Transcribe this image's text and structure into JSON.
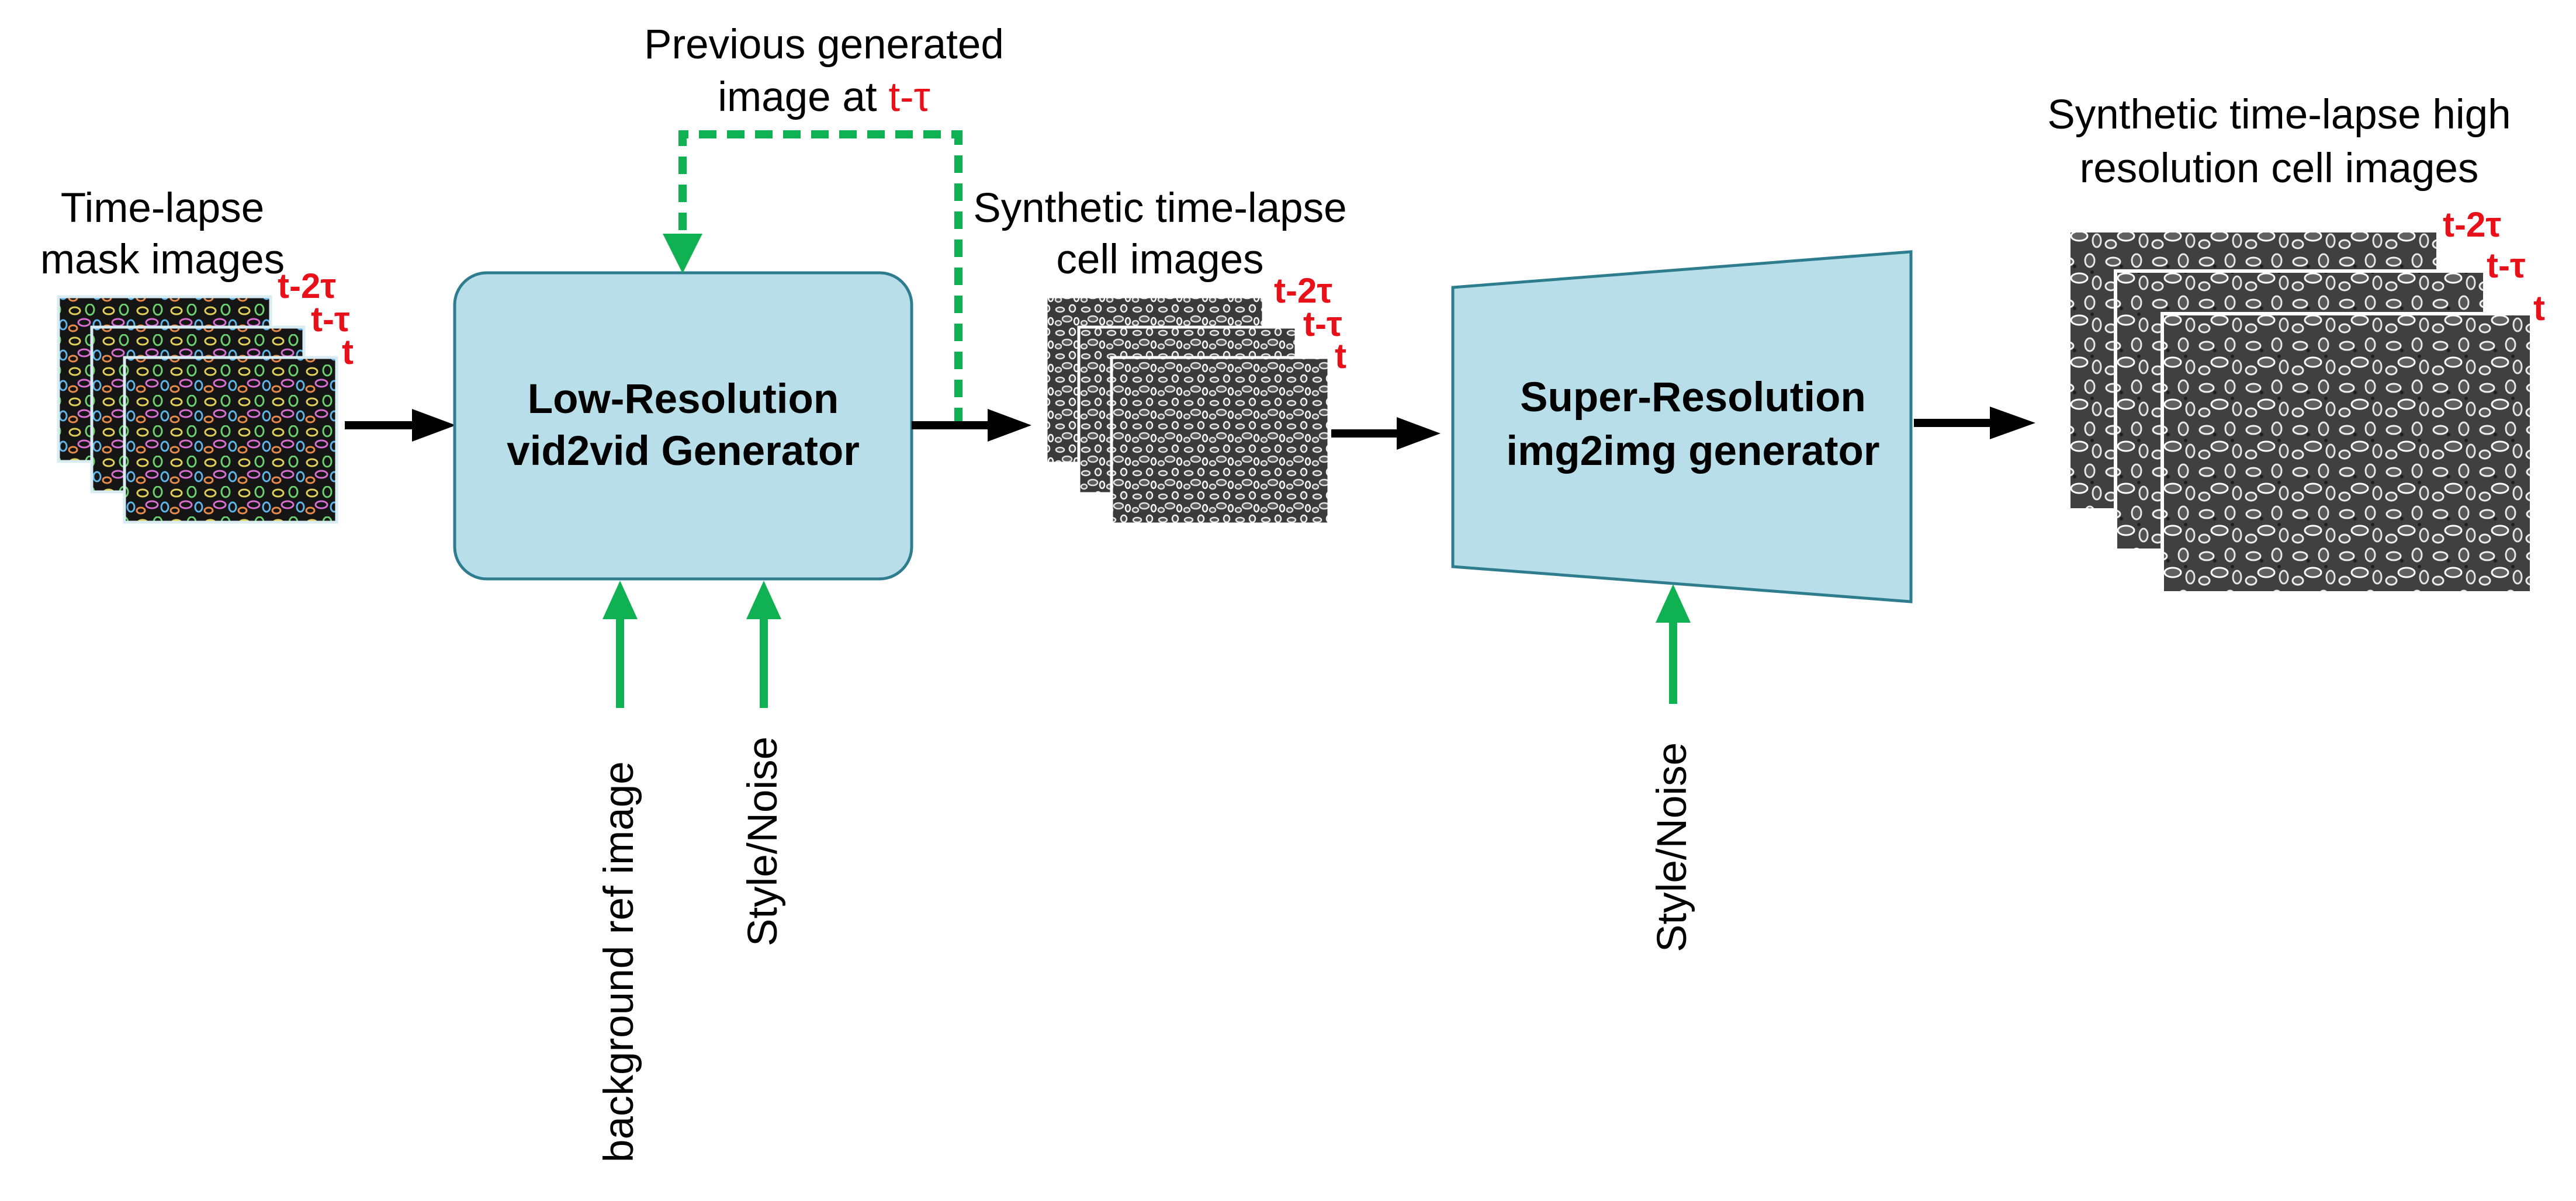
{
  "colors": {
    "box_fill": "#b8dfe9",
    "box_stroke": "#2e7d8f",
    "input_arrow": "#10b152",
    "flow_arrow": "#000000",
    "time_tag": "#e8111a",
    "frame_border": "#ffffff"
  },
  "inputs": {
    "mask_title_1": "Time-lapse",
    "mask_title_2": "mask images",
    "mask_tags": [
      "t-2τ",
      "t-τ",
      "t"
    ]
  },
  "feedback": {
    "label_1": "Previous generated",
    "label_2_prefix": "image at ",
    "label_2_time": "t-τ"
  },
  "low_res": {
    "title_1": "Low-Resolution",
    "title_2": "vid2vid Generator",
    "input_1": "background ref image",
    "input_2": "Style/Noise"
  },
  "synthetic_low": {
    "title_1": "Synthetic time-lapse",
    "title_2": "cell images",
    "tags": [
      "t-2τ",
      "t-τ",
      "t"
    ]
  },
  "super_res": {
    "title_1": "Super-Resolution",
    "title_2": "img2img generator",
    "input_1": "Style/Noise"
  },
  "synthetic_high": {
    "title_1": "Synthetic time-lapse high",
    "title_2": "resolution cell images",
    "tags": [
      "t-2τ",
      "t-τ",
      "t"
    ]
  }
}
